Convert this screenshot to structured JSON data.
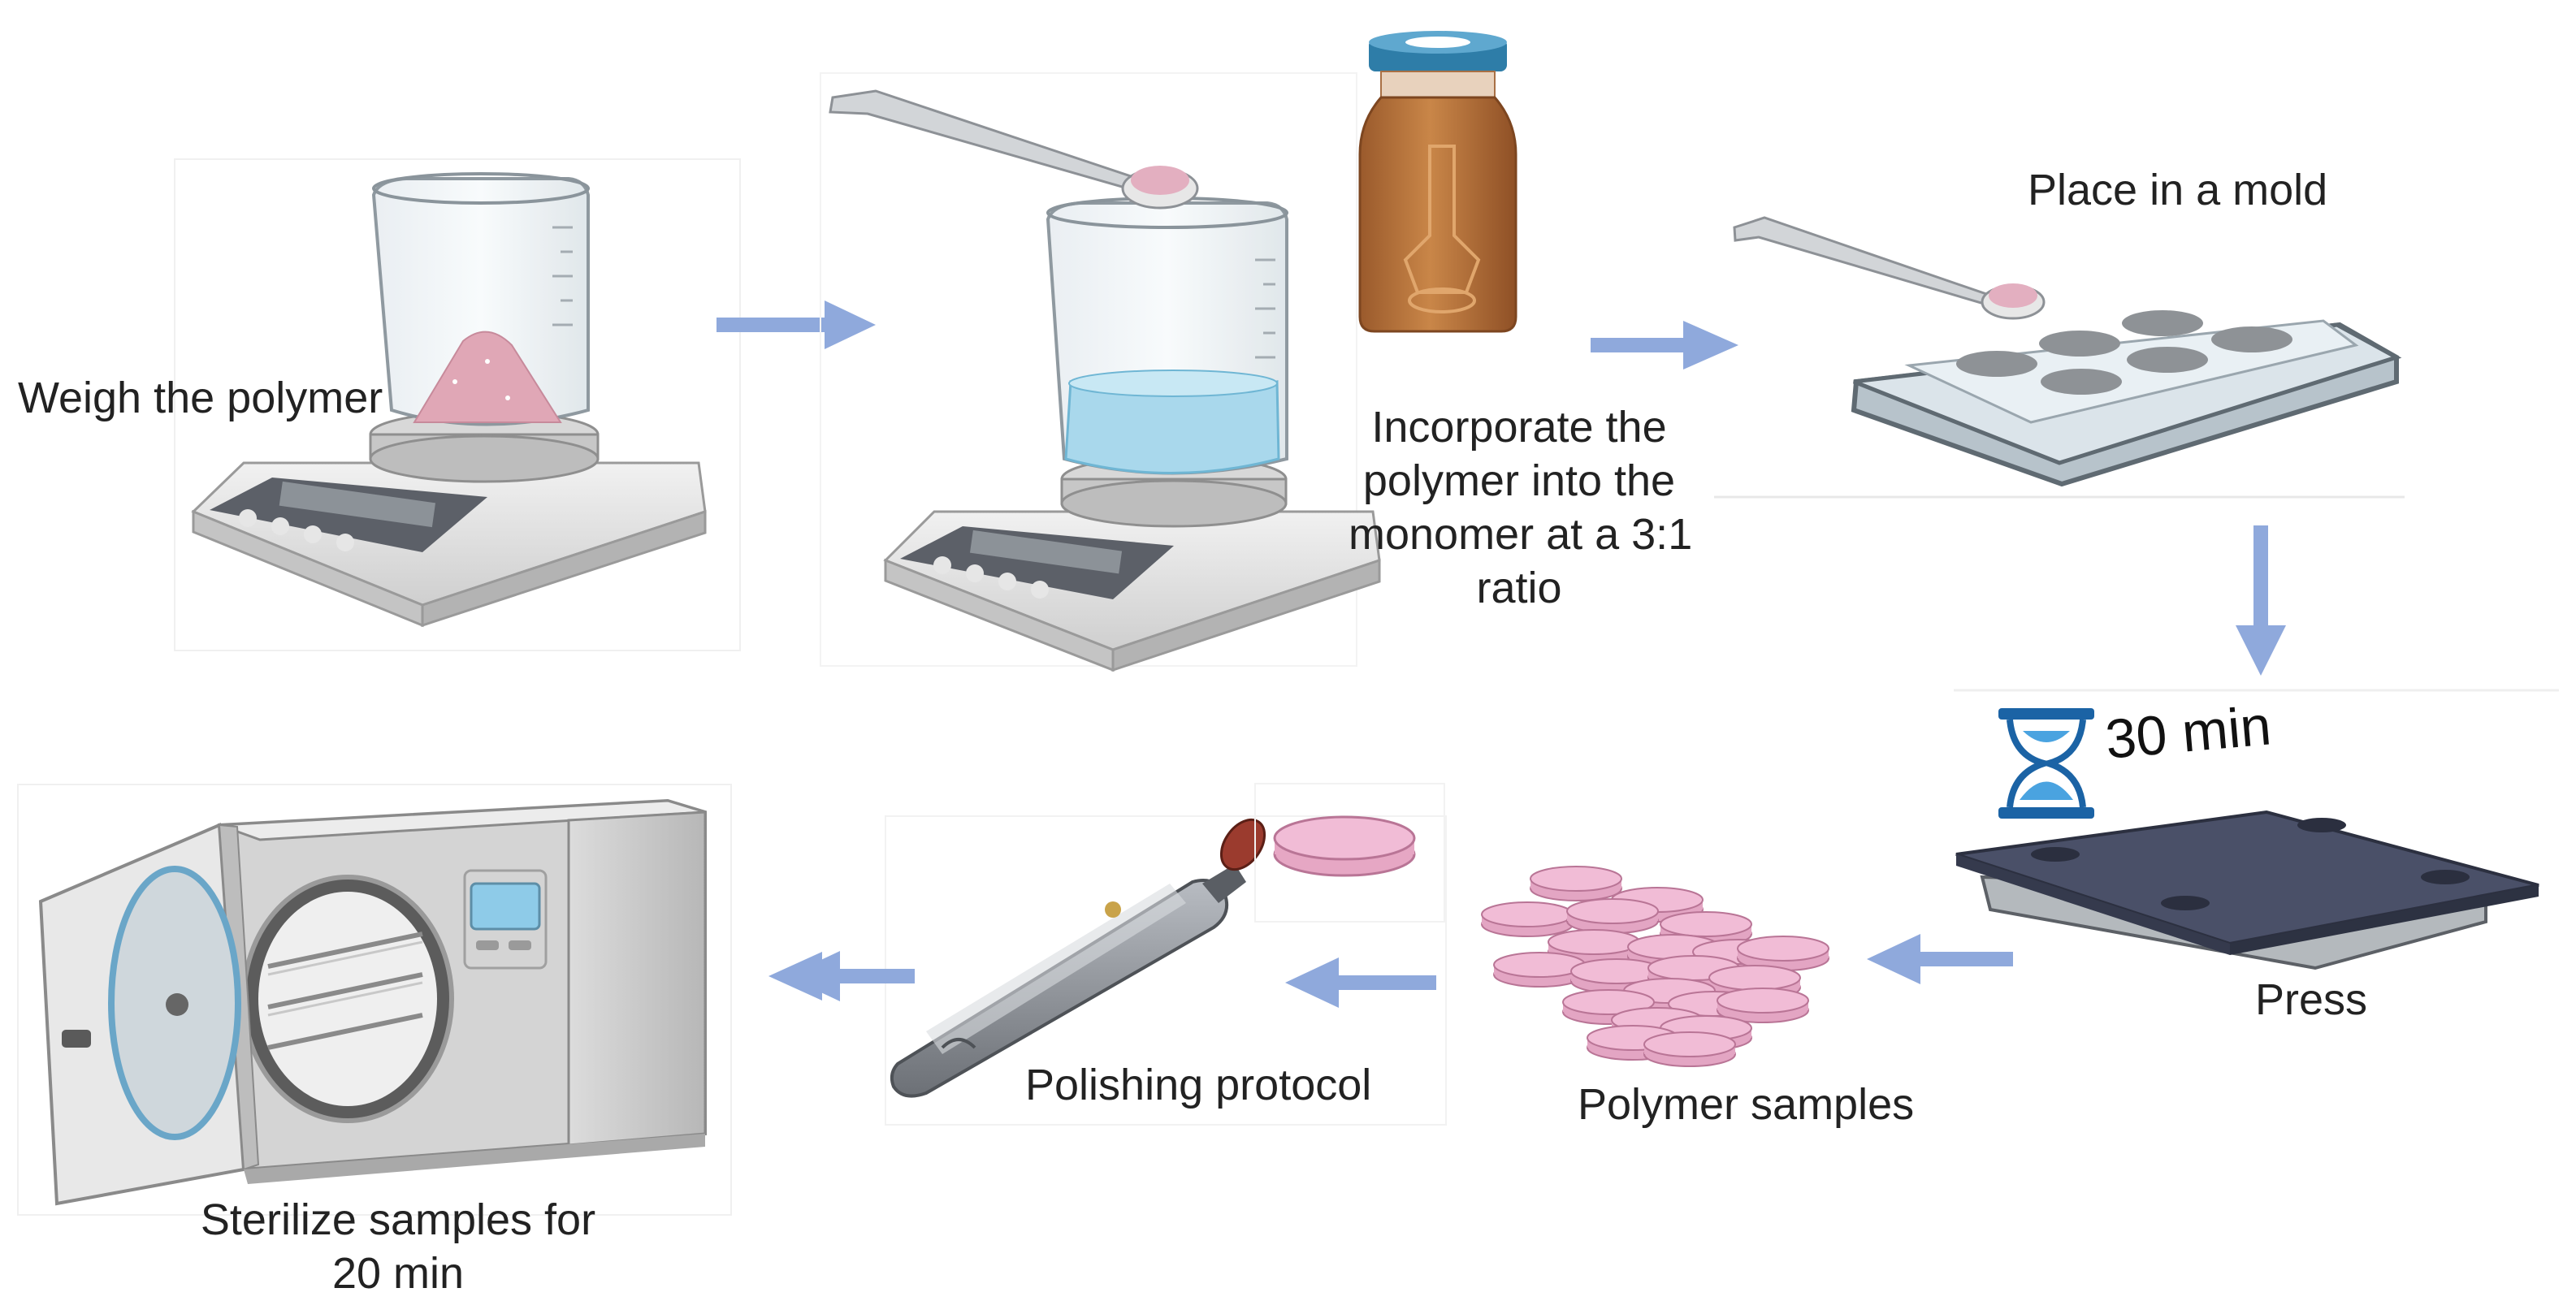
{
  "steps": {
    "weigh": "Weigh the polymer",
    "incorporate": [
      "Incorporate the",
      "polymer into the",
      "monomer at a 3:1",
      "ratio"
    ],
    "mold": "Place in a mold",
    "timer": "30 min",
    "press": "Press",
    "samples": "Polymer samples",
    "polishing": "Polishing protocol",
    "sterilize": [
      "Sterilize samples for",
      "20 min"
    ]
  },
  "colors": {
    "arrow": "#8FA9DC",
    "polymer_pink": "#E3AFC0",
    "disc_pink": "#F1BCD6",
    "liquid_blue": "#A9D8EC",
    "vial_amber": "#B9703A",
    "vial_cap": "#2E7DA8",
    "press_plate": "#4A5068",
    "hourglass": "#1B63A5"
  }
}
